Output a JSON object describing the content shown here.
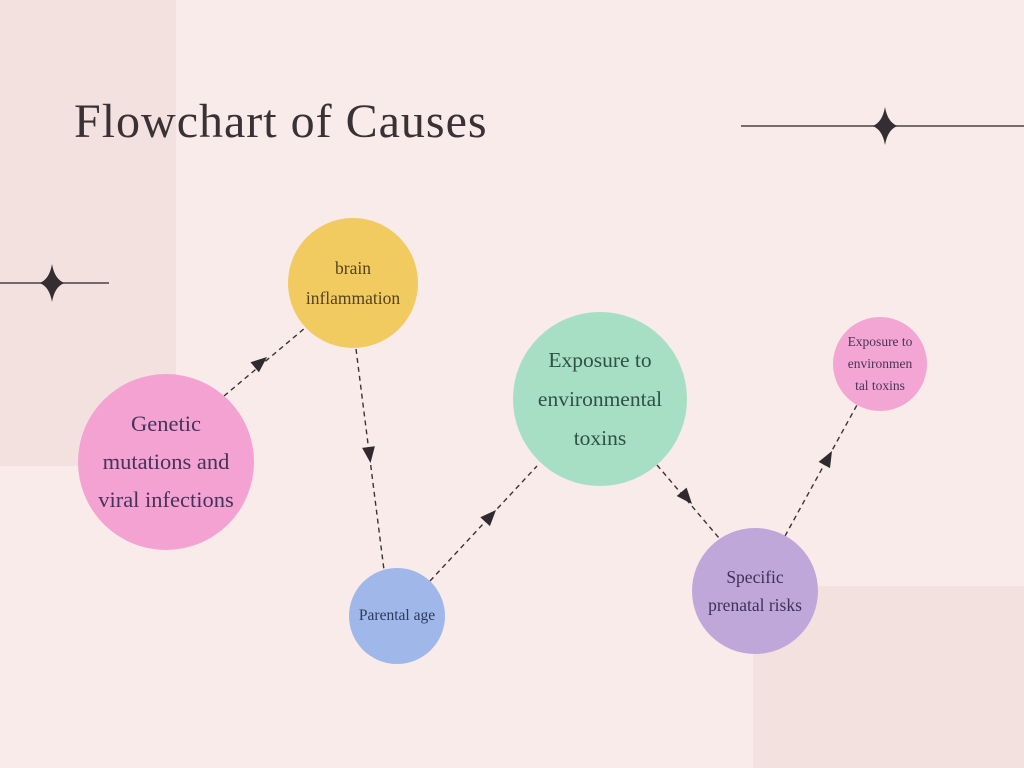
{
  "title": "Flowchart of Causes",
  "colors": {
    "background": "#f8ebe9",
    "background_patch": "#f3e1df",
    "line": "#3a3335",
    "title_text": "#3a3136"
  },
  "icons": {
    "divider_ornament": "sparkle-four-point-star"
  },
  "nodes": [
    {
      "id": "genetic-mutations-and-viral-infections",
      "lines": [
        "Genetic",
        "mutations and",
        "viral infections"
      ],
      "color": "#f3a2d2"
    },
    {
      "id": "brain-inflammation",
      "lines": [
        "brain",
        "inflammation"
      ],
      "color": "#f1ca60"
    },
    {
      "id": "exposure-to-environmental-toxins",
      "lines": [
        "Exposure to",
        "environmental",
        "toxins"
      ],
      "color": "#a6dfc4"
    },
    {
      "id": "parental-age",
      "lines": [
        "Parental age"
      ],
      "color": "#a0b8e9"
    },
    {
      "id": "specific-prenatal-risks",
      "lines": [
        "Specific",
        "prenatal risks"
      ],
      "color": "#bfa7da"
    },
    {
      "id": "exposure-to-environmental-toxins-2",
      "lines": [
        "Exposure to",
        "environmen",
        "tal toxins"
      ],
      "color": "#f3a6d3"
    }
  ],
  "edges": [
    {
      "from": "genetic-mutations-and-viral-infections",
      "to": "brain-inflammation",
      "style": "dashed-arrow"
    },
    {
      "from": "brain-inflammation",
      "to": "parental-age",
      "style": "dashed-arrow"
    },
    {
      "from": "parental-age",
      "to": "exposure-to-environmental-toxins",
      "style": "dashed-arrow"
    },
    {
      "from": "exposure-to-environmental-toxins",
      "to": "specific-prenatal-risks",
      "style": "dashed-arrow"
    },
    {
      "from": "specific-prenatal-risks",
      "to": "exposure-to-environmental-toxins-2",
      "style": "dashed-arrow"
    }
  ]
}
